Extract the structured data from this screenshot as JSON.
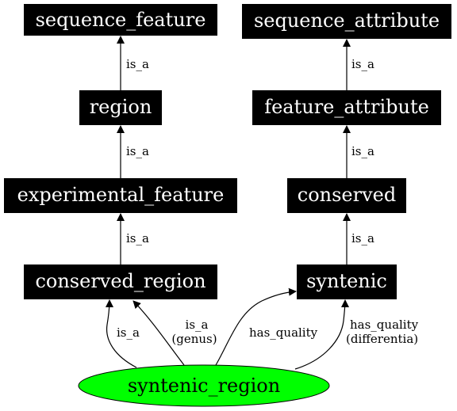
{
  "nodes": {
    "sequence_feature": "sequence_feature",
    "region": "region",
    "experimental_feature": "experimental_feature",
    "conserved_region": "conserved_region",
    "sequence_attribute": "sequence_attribute",
    "feature_attribute": "feature_attribute",
    "conserved": "conserved",
    "syntenic": "syntenic",
    "syntenic_region": "syntenic_region"
  },
  "edges": {
    "region_to_sequence_feature": "is_a",
    "experimental_feature_to_region": "is_a",
    "conserved_region_to_experimental_feature": "is_a",
    "feature_attribute_to_sequence_attribute": "is_a",
    "conserved_to_feature_attribute": "is_a",
    "syntenic_to_conserved": "is_a",
    "syntenic_region_is_a": "is_a",
    "syntenic_region_genus_line1": "is_a",
    "syntenic_region_genus_line2": "(genus)",
    "syntenic_region_has_quality": "has_quality",
    "syntenic_region_differentia_line1": "has_quality",
    "syntenic_region_differentia_line2": "(differentia)"
  },
  "colors": {
    "node_fill": "#000000",
    "node_text": "#ffffff",
    "root_fill": "#00ff00",
    "edge": "#000000"
  }
}
